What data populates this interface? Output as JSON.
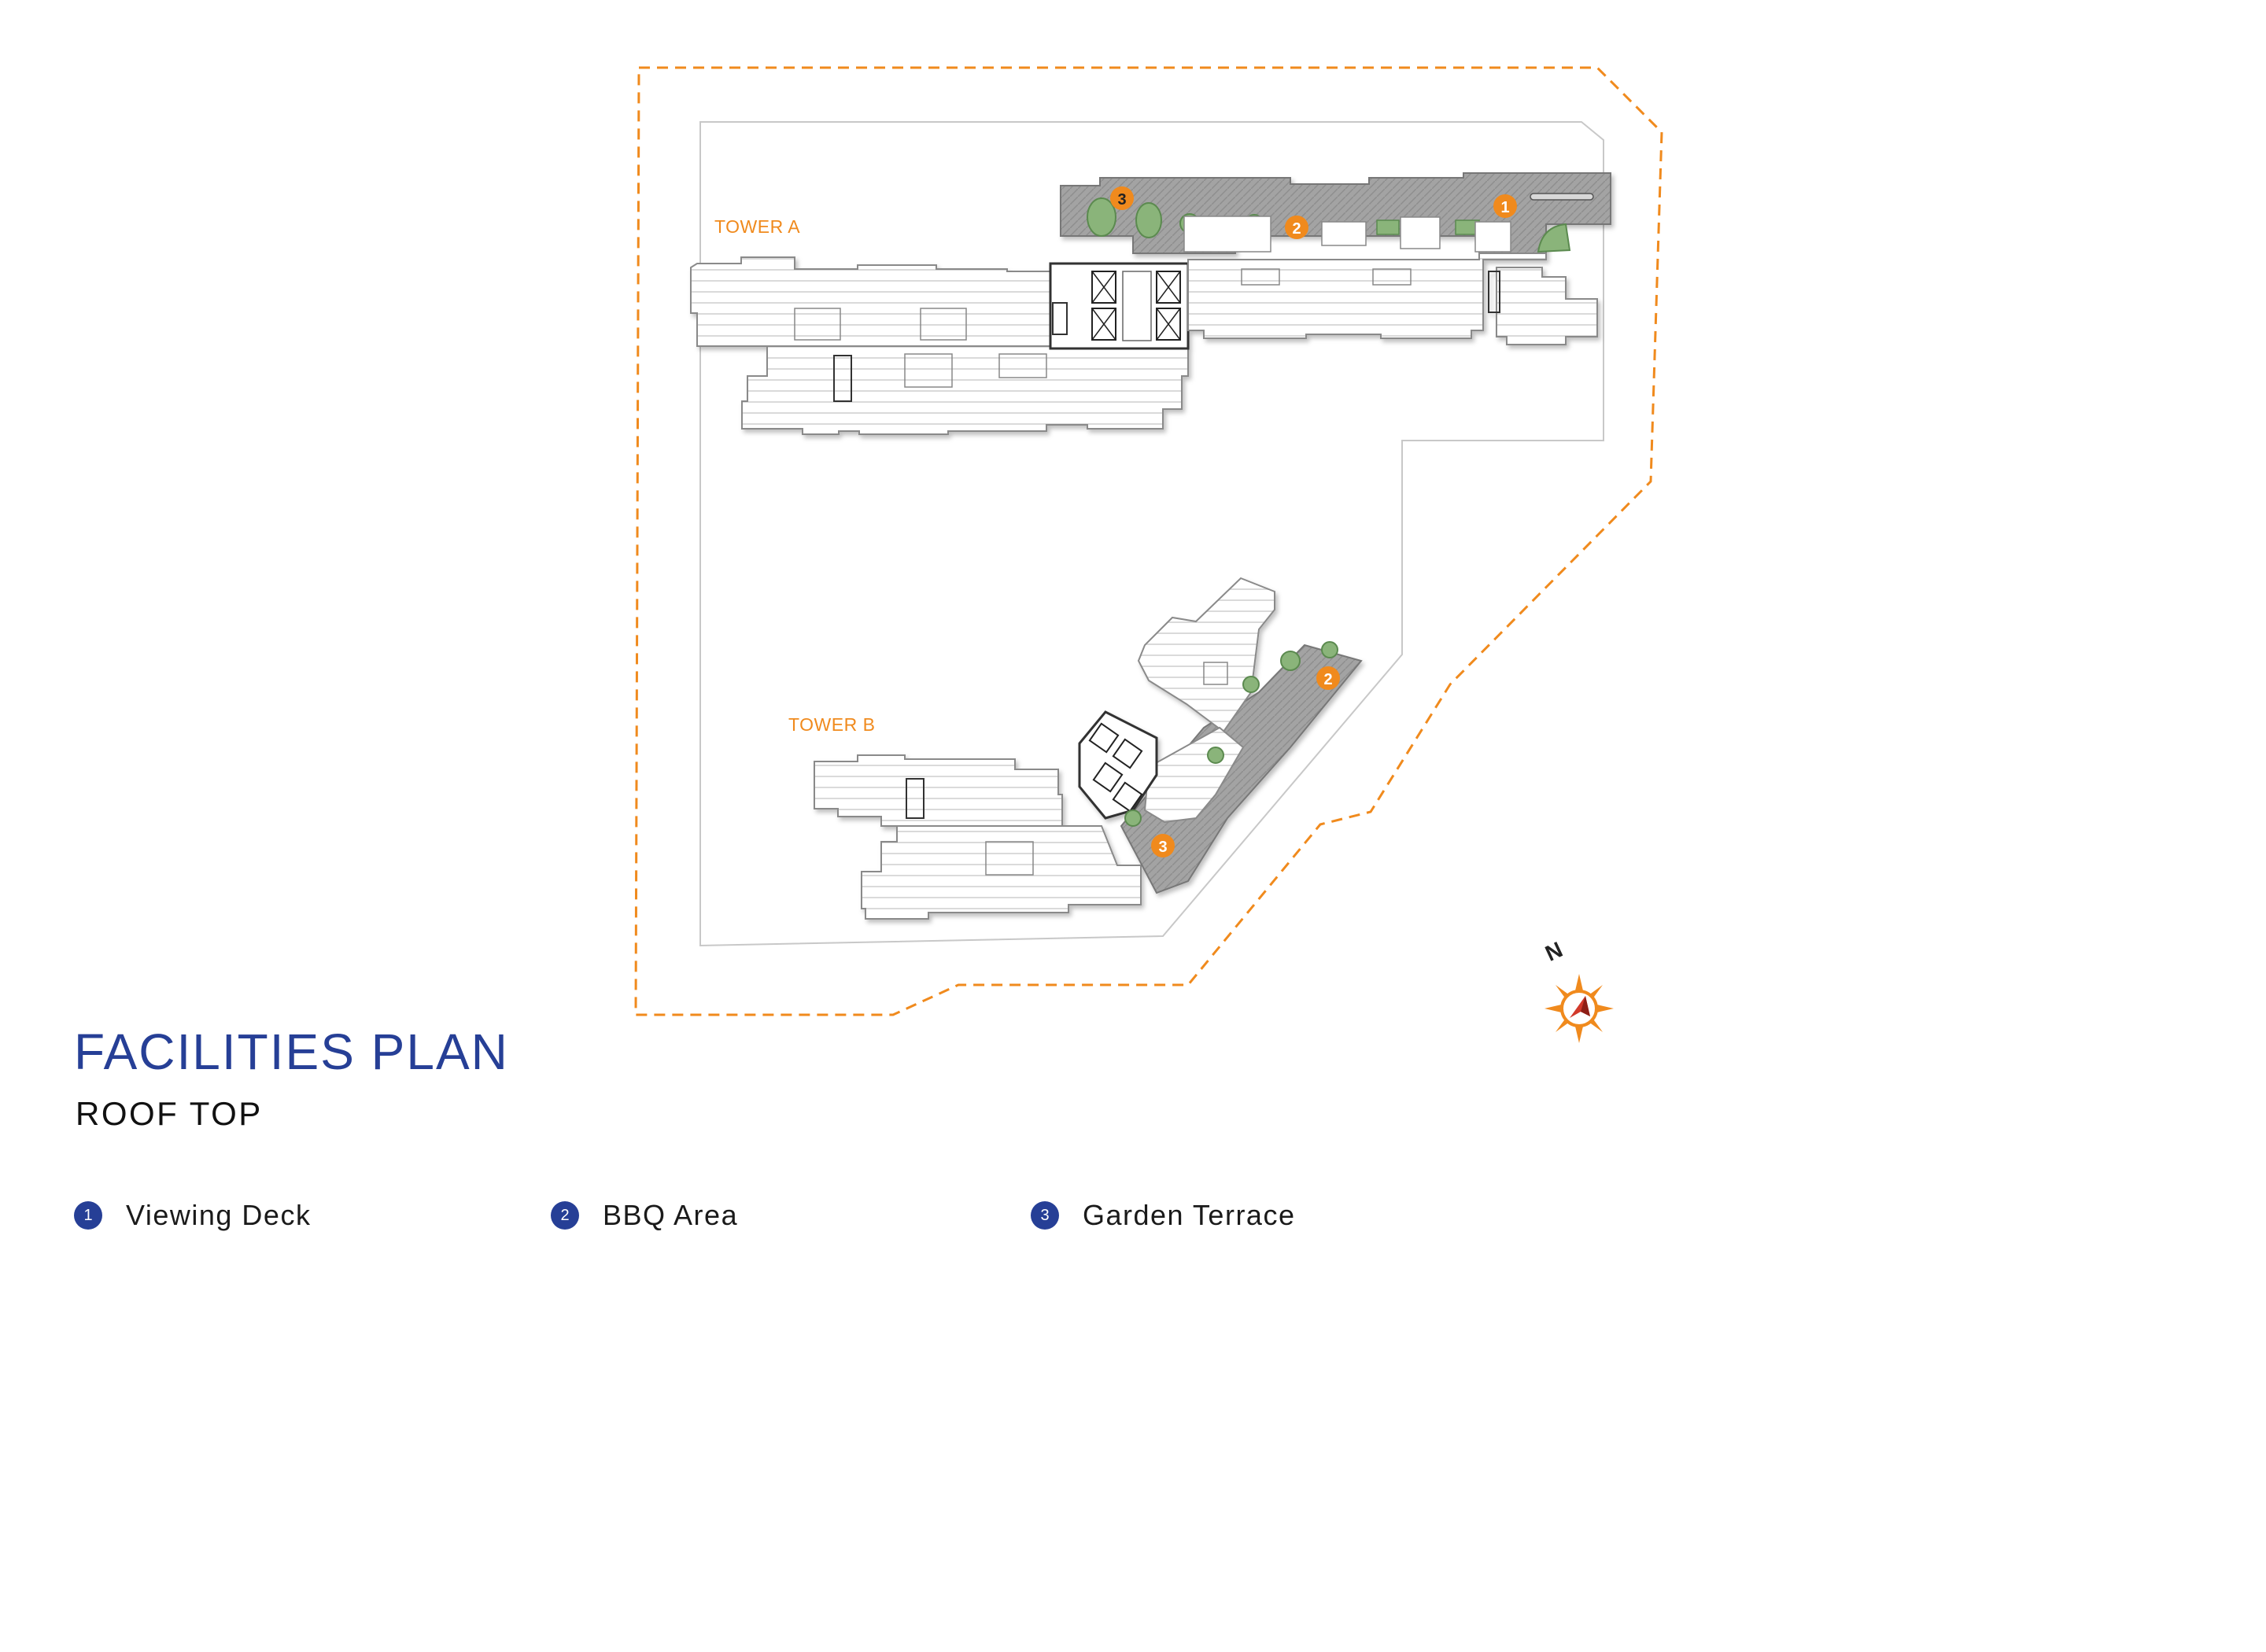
{
  "colors": {
    "title": "#263f96",
    "accent_orange": "#f08a1d",
    "boundary": "#f08a1d",
    "legend_badge": "#263f96",
    "terrace_grey": "#9a9a9a",
    "greenery": "#8ab47a"
  },
  "title": "FACILITIES PLAN",
  "subtitle": "ROOF TOP",
  "towers": {
    "a": "TOWER A",
    "b": "TOWER B"
  },
  "compass": {
    "north_label": "N",
    "icon": "compass-icon"
  },
  "legend": [
    {
      "number": "1",
      "label": "Viewing Deck"
    },
    {
      "number": "2",
      "label": "BBQ Area"
    },
    {
      "number": "3",
      "label": "Garden Terrace"
    }
  ],
  "markers": {
    "a_viewing_deck": "1",
    "a_bbq": "2",
    "a_garden": "3",
    "b_bbq": "2",
    "b_garden": "3"
  }
}
